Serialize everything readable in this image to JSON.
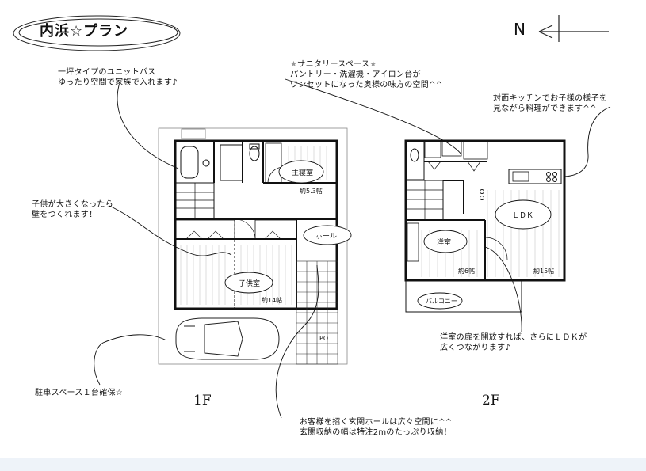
{
  "plan_title": "内浜☆プラン",
  "compass": {
    "north_label": "N"
  },
  "floors": {
    "first": "1F",
    "second": "2F"
  },
  "annotations": {
    "bath_line1": "一坪タイプのユニットバス",
    "bath_line2": "ゆったり空間で家族で入れます♪",
    "sanitary_line1": "サニタリースペース",
    "sanitary_line2": "パントリー・洗濯機・アイロン台が",
    "sanitary_line3": "ワンセットになった奥様の味方の空間^^",
    "kitchen_line1": "対面キッチンでお子様の様子を",
    "kitchen_line2": "見ながら料理ができます^^",
    "kids_line1": "子供が大きくなったら",
    "kids_line2": "壁をつくれます！",
    "parking": "駐車スペース１台確保☆",
    "door_line1": "洋室の扉を開放すれば、さらにＬＤＫが",
    "door_line2": "広くつながります♪",
    "hall_line1": "お客様を招く玄関ホールは広々空間に^^",
    "hall_line2": "玄関収納の幅は特注2mのたっぷり収納！"
  },
  "rooms": {
    "master_bedroom": "主寝室",
    "master_area": "約5.3帖",
    "hall": "ホール",
    "kids_room": "子供室",
    "kids_area": "約14帖",
    "ldk": "ＬＤＫ",
    "western_room": "洋室",
    "western_area": "約6帖",
    "ldk_area": "約15帖",
    "balcony": "バルコニー",
    "entrance_mark": "PO"
  }
}
